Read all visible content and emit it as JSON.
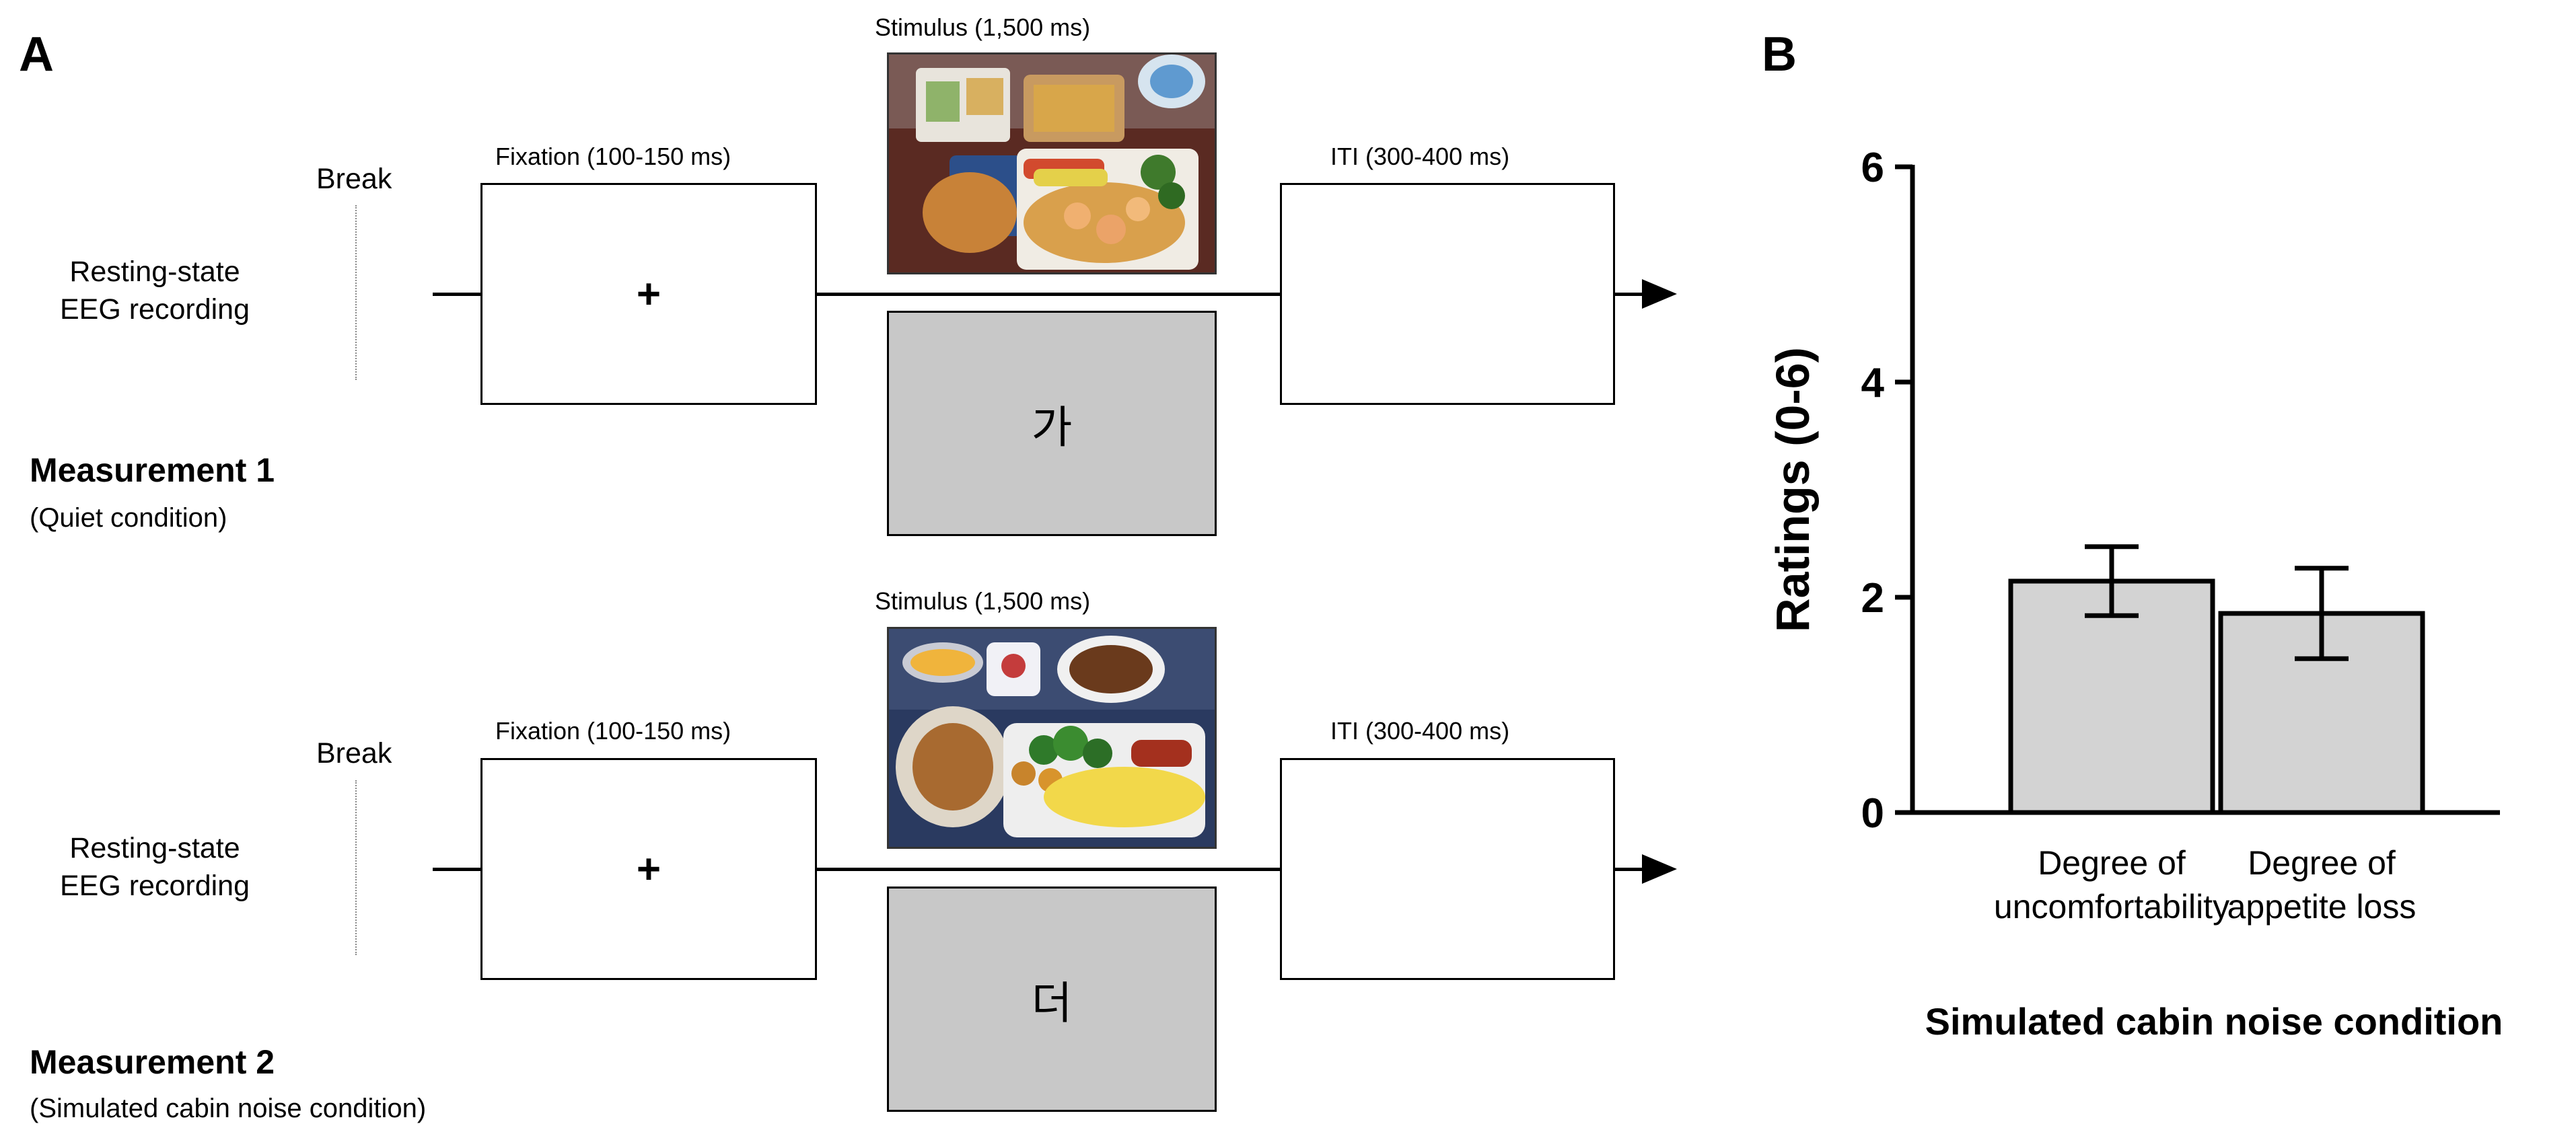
{
  "panel_a": {
    "label": "A",
    "top": {
      "stimulus_label": "Stimulus (1,500 ms)",
      "break_label": "Break",
      "fixation_label": "Fixation (100-150 ms)",
      "iti_label": "ITI (300-400 ms)",
      "resting_line1": "Resting-state",
      "resting_line2": "EEG recording",
      "fixation_symbol": "+",
      "gray_char": "가",
      "measurement_title": "Measurement 1",
      "measurement_sub": "(Quiet condition)"
    },
    "bottom": {
      "stimulus_label": "Stimulus (1,500 ms)",
      "break_label": "Break",
      "fixation_label": "Fixation (100-150 ms)",
      "iti_label": "ITI (300-400 ms)",
      "resting_line1": "Resting-state",
      "resting_line2": "EEG recording",
      "fixation_symbol": "+",
      "gray_char": "더",
      "measurement_title": "Measurement 2",
      "measurement_sub": "(Simulated cabin noise condition)"
    }
  },
  "panel_b": {
    "label": "B"
  },
  "chart_data": {
    "type": "bar",
    "categories": [
      [
        "Degree of",
        "uncomfortability"
      ],
      [
        "Degree of",
        "appetite loss"
      ]
    ],
    "values": [
      2.15,
      1.85
    ],
    "error": [
      0.32,
      0.42
    ],
    "ylabel": "Ratings (0-6)",
    "xlabel": "Simulated cabin noise condition",
    "ylim": [
      0,
      6
    ],
    "yticks": [
      0,
      2,
      4,
      6
    ],
    "bar_color": "#d3d3d3",
    "grid": false
  }
}
